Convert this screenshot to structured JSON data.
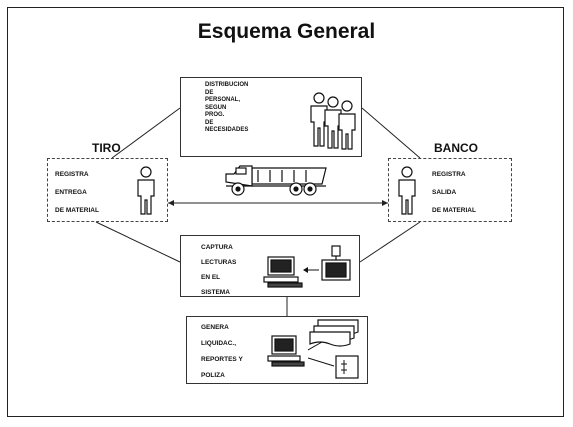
{
  "title": "Esquema General",
  "labels": {
    "tiro": "TIRO",
    "banco": "BANCO"
  },
  "boxes": {
    "top": {
      "lines": [
        "DISTRIBUCION",
        "DE",
        "PERSONAL,",
        "SEGUN",
        "PROG.",
        "DE",
        "NECESIDADES"
      ]
    },
    "left": {
      "lines": [
        "REGISTRA",
        "ENTREGA",
        "DE MATERIAL"
      ]
    },
    "right": {
      "lines": [
        "REGISTRA",
        "SALIDA",
        "DE MATERIAL"
      ]
    },
    "center": {
      "lines": [
        "CAPTURA",
        "LECTURAS",
        "EN EL",
        "SISTEMA"
      ]
    },
    "bottom": {
      "lines": [
        "GENERA",
        "LIQUIDAC.,",
        "REPORTES Y",
        "POLIZA"
      ]
    }
  },
  "icons": [
    "person-icon",
    "people-group-icon",
    "dump-truck-icon",
    "computer-icon",
    "terminal-icon",
    "documents-icon"
  ]
}
